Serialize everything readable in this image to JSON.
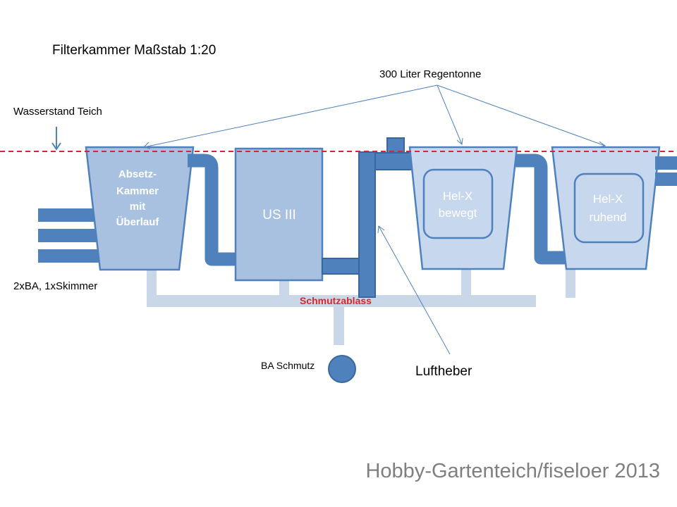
{
  "title": "Filterkammer Maßstab 1:20",
  "labels": {
    "water_level": "Wasserstand Teich",
    "rain_barrel": "300 Liter Regentonne",
    "inlets": "2xBA, 1xSkimmer",
    "dirt_drain": "Schmutzablass",
    "ba_dirt": "BA Schmutz",
    "airlift": "Luftheber"
  },
  "chambers": {
    "settling": [
      "Absetz-",
      "Kammer",
      "mit",
      "Überlauf"
    ],
    "us3": "US III",
    "helx_moving": [
      "Hel-X",
      "bewegt"
    ],
    "helx_resting": [
      "Hel-X",
      "ruhend"
    ]
  },
  "credit": "Hobby-Gartenteich/fiseloer 2013",
  "colors": {
    "pipe": "#4f81bd",
    "pipe_dark": "#3a66a0",
    "tank_fill": "#c6d7ee",
    "tank_fill_dark": "#a9c1e0",
    "drain_pipe": "#c9d7e8",
    "water_line": "#d9262b",
    "drain_label": "#d9262b",
    "arrow": "#4f81bd"
  }
}
